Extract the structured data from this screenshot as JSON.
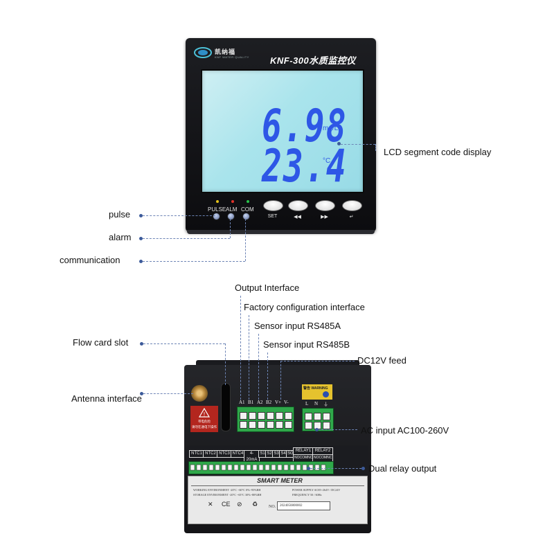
{
  "front": {
    "brand_name": "凯纳福",
    "brand_sub": "KNF WATER QUALITY",
    "model": "KNF-300水质监控仪",
    "lcd_value_1": "6.98",
    "lcd_unit_1": "mg/L",
    "lcd_value_2": "23.4",
    "lcd_unit_2": "°C",
    "indicators": [
      {
        "label": "PULSE",
        "led_color": "#e4c21a"
      },
      {
        "label": "ALM",
        "led_color": "#e2332a"
      },
      {
        "label": "COM",
        "led_color": "#28c24a"
      }
    ],
    "buttons": [
      {
        "label": "SET"
      },
      {
        "label": "◀◀"
      },
      {
        "label": "▶▶"
      },
      {
        "label": "↵"
      }
    ]
  },
  "callouts": {
    "lcd": "LCD segment code display",
    "pulse": "pulse",
    "alarm": "alarm",
    "communication": "communication",
    "output_interface": "Output Interface",
    "factory_config": "Factory configuration interface",
    "rs485a": "Sensor input RS485A",
    "rs485b": "Sensor input RS485B",
    "dc12v": "DC12V feed",
    "flow_card": "Flow card slot",
    "antenna": "Antenna interface",
    "ac_input": "AC input AC100-260V",
    "relay": "Dual relay output"
  },
  "rear": {
    "top_terminals": [
      "A1",
      "B1",
      "A2",
      "B2",
      "V+",
      "V-"
    ],
    "power_terminals": [
      "L",
      "N",
      "⏚"
    ],
    "warning_label": "警告 WARNING",
    "red_label_line1": "带电危险",
    "red_label_line2": "请勿在通电下操作",
    "lower_labels": [
      "NTC1",
      "NTC2",
      "NTC3",
      "NTC4",
      "4-20mA",
      "S1",
      "S2",
      "S3",
      "S4",
      "SG"
    ],
    "relay1": "RELAY1",
    "relay2": "RELAY2",
    "relay_sub": "NOCOMNC",
    "plate_title": "SMART METER",
    "spec_row_1": "WORKING ENVIRONMENT  -20°C ~60°C  0%~95%RH",
    "spec_row_2": "STORAGE ENVIRONMENT  -20°C ~65°C  30%~80%RH",
    "spec_power": "POWER SUPPLY  AC85~264V / DC24V",
    "spec_freq": "FREQUENCY  50 / 60Hz",
    "serial_prefix": "NO.",
    "serial": "2024050800002",
    "symbols": [
      "✕",
      "CE",
      "⊘",
      "♻"
    ]
  },
  "colors": {
    "lcd_digits": "#2e57e6",
    "terminal_green": "#2fa84a",
    "callout_line": "#6d84b5"
  }
}
